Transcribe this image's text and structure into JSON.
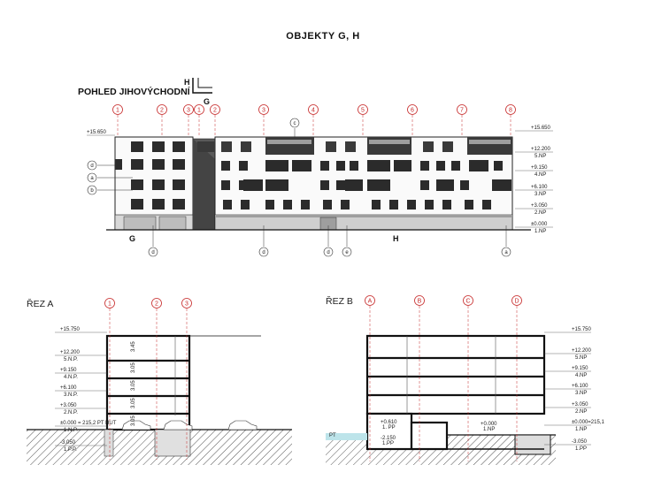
{
  "drawing": {
    "title": "OBJEKTY   G, H",
    "elevation_title": "POHLED JIHOVÝCHODNÍ",
    "north_marker": {
      "top": "H",
      "bottom": "G"
    },
    "elevation_axes": [
      "1",
      "2",
      "3",
      "1",
      "2",
      "3",
      "4",
      "5",
      "6",
      "7",
      "8"
    ],
    "elevation_levels": [
      {
        "value": "+15.650",
        "label": ""
      },
      {
        "value": "+15.650",
        "label": ""
      },
      {
        "value": "+12.200",
        "label": "5.NP"
      },
      {
        "value": "+9.150",
        "label": "4.NP"
      },
      {
        "value": "+6.100",
        "label": "3.NP"
      },
      {
        "value": "+3.050",
        "label": "2.NP"
      },
      {
        "value": "±0.000",
        "label": "1.NP"
      }
    ],
    "building_labels": [
      "G",
      "H"
    ],
    "material_tags_left": [
      "d",
      "a",
      "b"
    ],
    "material_tag_top": "c",
    "material_tags_bottom": [
      "d",
      "d",
      "d",
      "e",
      "a"
    ]
  },
  "section_a": {
    "title": "ŘEZ A",
    "axes": [
      "1",
      "2",
      "3"
    ],
    "levels": [
      {
        "value": "+15.750",
        "label": ""
      },
      {
        "value": "+12.200",
        "label": "5.N.P."
      },
      {
        "value": "+9.150",
        "label": "4.N.P."
      },
      {
        "value": "+6.100",
        "label": "3.N.P."
      },
      {
        "value": "+3.050",
        "label": "2.N.P."
      },
      {
        "value": "±0.000 = 215,2 PT HUT",
        "label": "1.N.P."
      },
      {
        "value": "-3.050",
        "label": "1.P.P."
      }
    ],
    "heights": [
      "3.45",
      "3.05",
      "3.05",
      "3.05",
      "3.05"
    ]
  },
  "section_b": {
    "title": "ŘEZ B",
    "axes": [
      "A",
      "B",
      "C",
      "D"
    ],
    "levels": [
      {
        "value": "+15.750",
        "label": ""
      },
      {
        "value": "+12.200",
        "label": "5.NP"
      },
      {
        "value": "+9.150",
        "label": "4.NP"
      },
      {
        "value": "+6.100",
        "label": "3.NP"
      },
      {
        "value": "+3.050",
        "label": "2.NP"
      },
      {
        "value": "±0.000=215,1",
        "label": "1.NP"
      },
      {
        "value": "-3.050",
        "label": "1.PP"
      }
    ],
    "inner_levels": [
      {
        "value": "+0.610",
        "label": "1. PP"
      },
      {
        "value": "+0.000",
        "label": "1.NP"
      },
      {
        "value": "-2.150",
        "label": "1.PP"
      }
    ],
    "pt_label": "PT"
  }
}
